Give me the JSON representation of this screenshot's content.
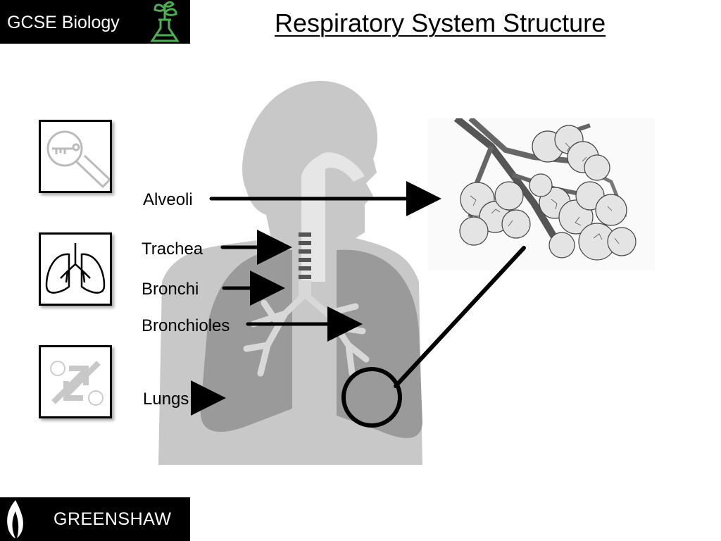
{
  "header": {
    "subject": "GCSE Biology",
    "title": "Respiratory System Structure"
  },
  "footer": {
    "school": "GREENSHAW"
  },
  "labels": {
    "alveoli": "Alveoli",
    "trachea": "Trachea",
    "bronchi": "Bronchi",
    "bronchioles": "Bronchioles",
    "lungs": "Lungs"
  },
  "side_icons": [
    "magnifier-key-icon",
    "lungs-icon",
    "gas-exchange-icon"
  ],
  "colors": {
    "brand_bg": "#000000",
    "logo_green": "#4caf50",
    "figure_grey": "#c8c8c8",
    "lung_grey": "#9a9a9a"
  }
}
